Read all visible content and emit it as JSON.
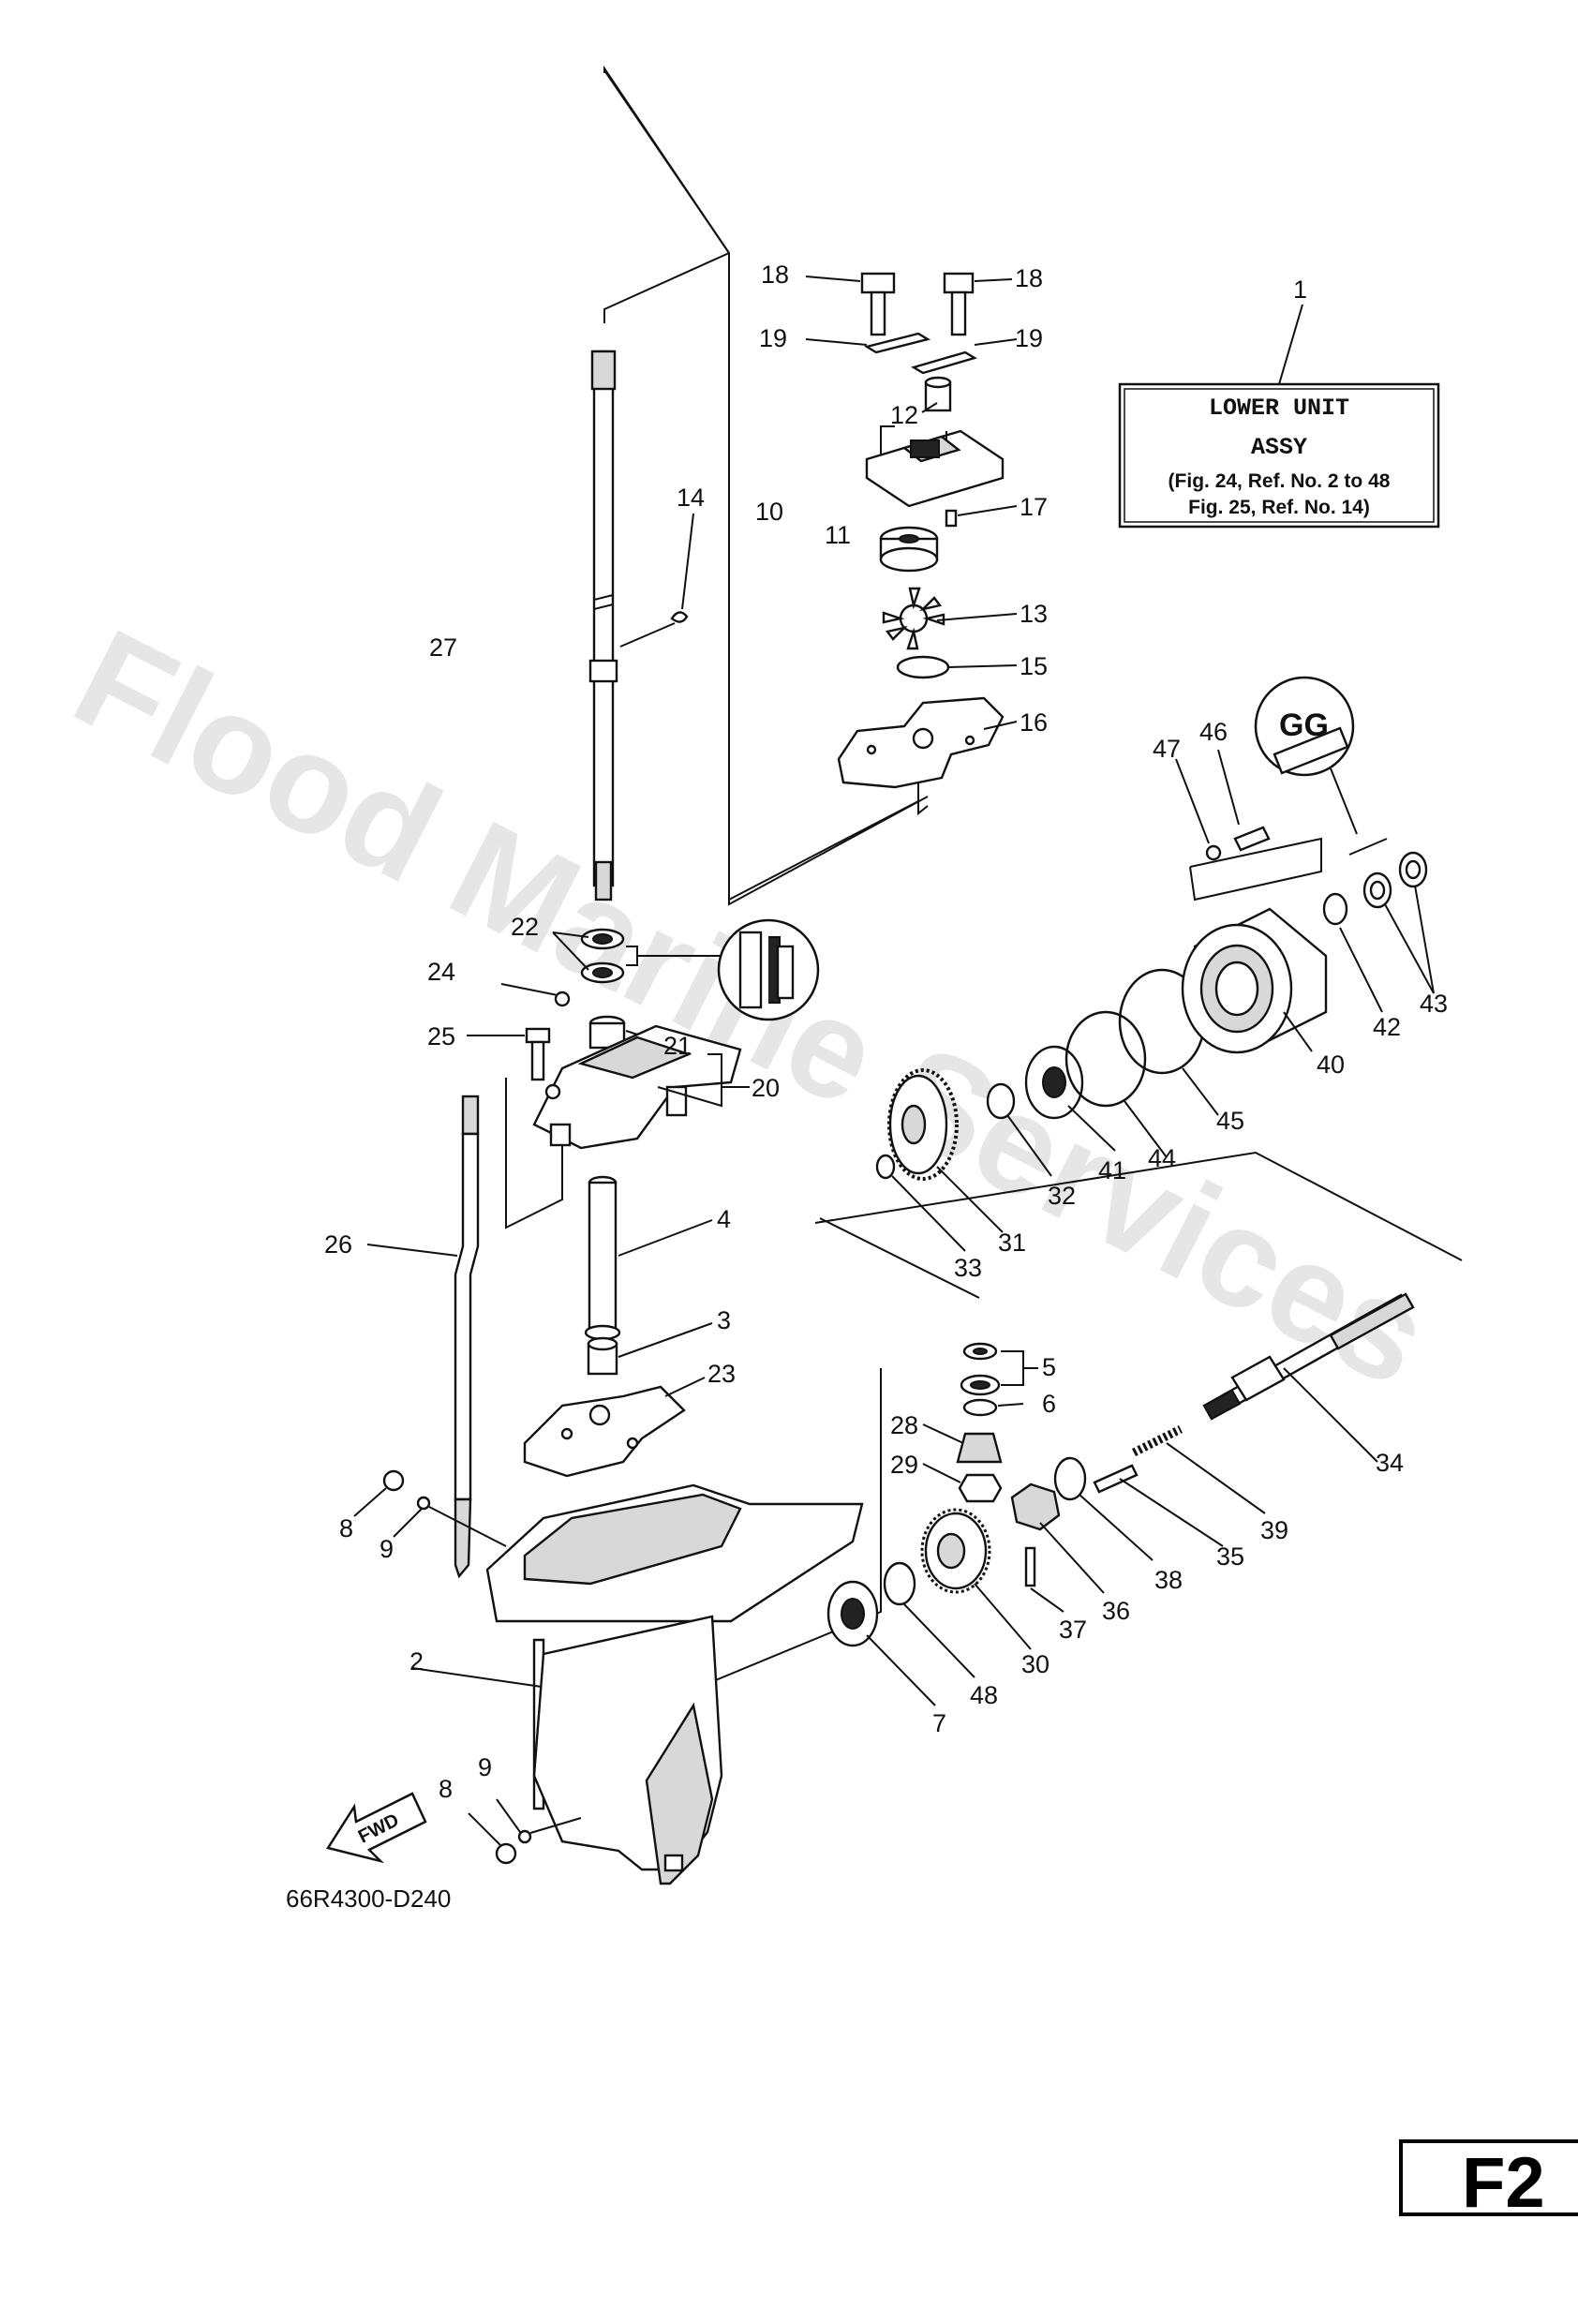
{
  "watermark": "Flood Marine Services",
  "drawing_code": "66R4300-D240",
  "page_code": "F2",
  "fwd_label": "FWD",
  "assy_box": {
    "ref_no": "1",
    "title_line1": "LOWER UNIT",
    "title_line2": "ASSY",
    "note_line1": "(Fig. 24, Ref. No. 2 to 48",
    "note_line2": "Fig. 25, Ref. No. 14)"
  },
  "part_labels": {
    "p2": "2",
    "p3": "3",
    "p4": "4",
    "p5": "5",
    "p6": "6",
    "p7": "7",
    "p8a": "8",
    "p8b": "8",
    "p9a": "9",
    "p9b": "9",
    "p10": "10",
    "p11": "11",
    "p12": "12",
    "p13": "13",
    "p14": "14",
    "p15": "15",
    "p16": "16",
    "p17": "17",
    "p18a": "18",
    "p18b": "18",
    "p19a": "19",
    "p19b": "19",
    "p20": "20",
    "p21": "21",
    "p22": "22",
    "p23": "23",
    "p24": "24",
    "p25": "25",
    "p26": "26",
    "p27": "27",
    "p28": "28",
    "p29": "29",
    "p30": "30",
    "p31": "31",
    "p32": "32",
    "p33": "33",
    "p34": "34",
    "p35": "35",
    "p36": "36",
    "p37": "37",
    "p38": "38",
    "p39": "39",
    "p40": "40",
    "p41": "41",
    "p42": "42",
    "p43": "43",
    "p44": "44",
    "p45": "45",
    "p46": "46",
    "p47": "47",
    "p48": "48"
  },
  "icons": [
    "grease-point-icon",
    "sealant-icon",
    "fwd-arrow-icon"
  ]
}
